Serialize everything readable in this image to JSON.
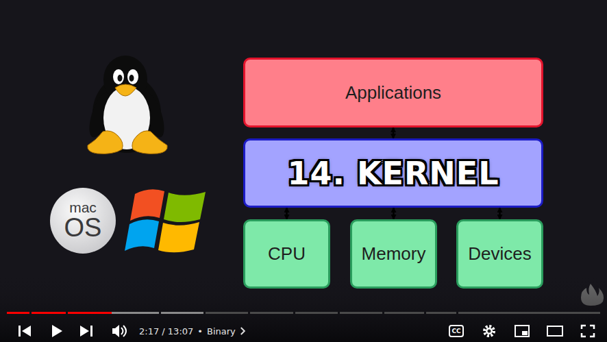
{
  "diagram": {
    "nodes": [
      {
        "text": [
          "Applications"
        ]
      },
      {
        "text": [
          "14. KERNEL"
        ]
      },
      {
        "text": [
          "CPU"
        ]
      },
      {
        "text": [
          "Memory"
        ]
      },
      {
        "text": [
          "Devices"
        ]
      }
    ],
    "edges": [
      {
        "from": 0,
        "to": 1,
        "arrow": "both"
      },
      {
        "from": 1,
        "to": 2,
        "arrow": "both"
      },
      {
        "from": 1,
        "to": 3,
        "arrow": "both"
      },
      {
        "from": 1,
        "to": 4,
        "arrow": "both"
      }
    ],
    "labels": [
      "mac",
      "OS",
      "2:17 / 13:07",
      "•",
      "Binary",
      "CC"
    ]
  }
}
